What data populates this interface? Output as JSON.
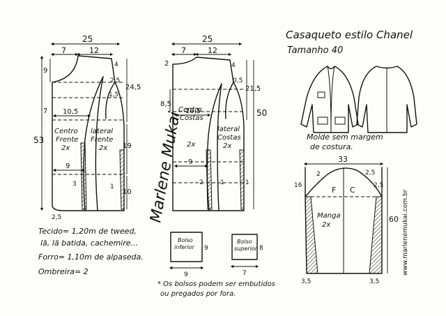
{
  "title": "Casaqueto estilo Chanel",
  "size_label": "Tamanho 40",
  "note_mold": "Molde sem margem",
  "note_mold2": "de costura.",
  "materials": {
    "tecido_1": "Tecido= 1,20m de tweed,",
    "tecido_2": "lã, lã batida, cachemire...",
    "forro": "Forro= 1,10m de alpaseda.",
    "ombreira": "Ombreira= 2"
  },
  "pockets_note_1": "* Os bolsos podem ser embutidos",
  "pockets_note_2": "ou pregados por fora.",
  "signature": "Marlene Mukai",
  "website": "www.marlenemukai.com.br",
  "front": {
    "top_width": "25",
    "neck_w": "7",
    "shoulder_w": "12",
    "neck_depth": "9",
    "shoulder_drop": "4",
    "armhole_depth": "24,5",
    "armhole_ease": "2,5",
    "side_ease": "1,5",
    "bust_mark": "7",
    "bust_w": "10,5",
    "total_len": "53",
    "waist_len": "19",
    "hem_len": "10",
    "waist_w": "9",
    "dart_3": "3",
    "dart_1": "1",
    "hem_curve": "2,5",
    "label_center": "Centro",
    "label_center2": "Frente",
    "label_center3": "2x",
    "label_side": "lateral",
    "label_side2": "Frente",
    "label_side3": "2x"
  },
  "back": {
    "top_width": "25",
    "neck_w": "7",
    "shoulder_w": "12",
    "neck_rise": "2",
    "shoulder_drop": "4",
    "armhole_depth": "21,5",
    "armhole_ease": "0,5",
    "upper_mark": "8,5",
    "back_w": "10,5",
    "total_len": "50",
    "waist_w": "9",
    "dart_2": "2",
    "dart_1": "1",
    "side_1": "1",
    "label_center": "Centro",
    "label_center2": "Costas",
    "label_center3": "2x",
    "label_side": "lateral",
    "label_side2": "Costas",
    "label_side3": "2x"
  },
  "sleeve": {
    "top_width": "33",
    "cap_height": "16",
    "cap_left": "2",
    "cap_right": "2,5",
    "cap_right2": "2,5",
    "len": "60",
    "label_f": "F",
    "label_c": "C",
    "label": "Manga",
    "label2": "2x",
    "cuff_left": "3,5",
    "cuff_right": "3,5"
  },
  "pocket_lower": {
    "label1": "Bolso",
    "label2": "inferior",
    "w": "9",
    "h": "9"
  },
  "pocket_upper": {
    "label1": "Bolso",
    "label2": "superior",
    "w": "7",
    "h": "8"
  }
}
